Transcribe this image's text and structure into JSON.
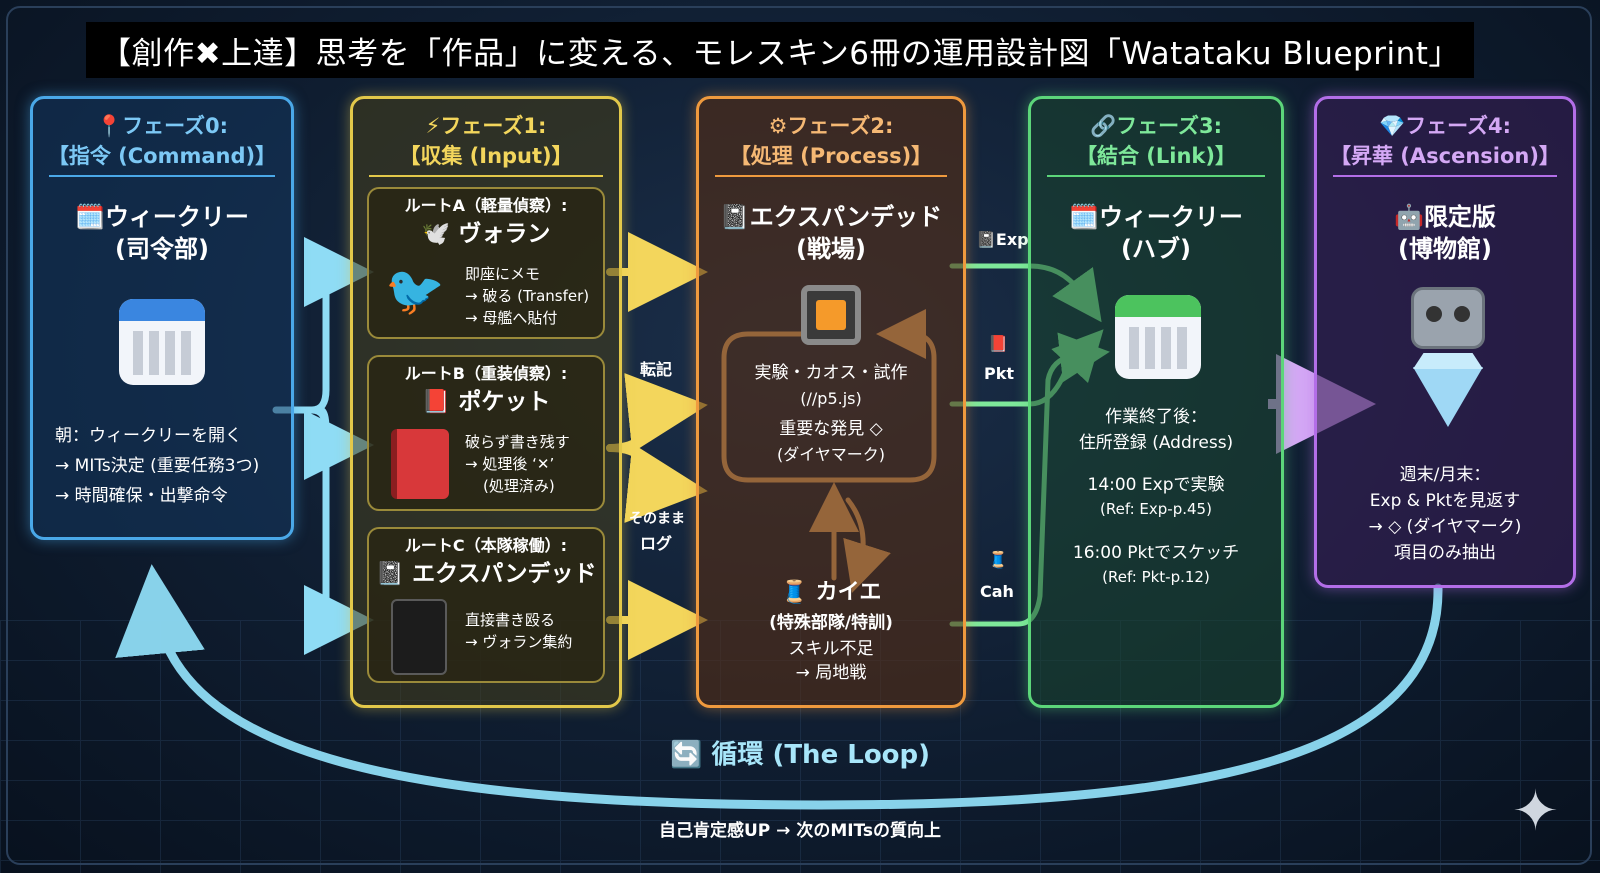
{
  "title": "【創作✖上達】思考を「作品」に変える、モレスキン6冊の運用設計図「Watataku Blueprint」",
  "colors": {
    "phase0": "#4aa8e8",
    "phase1": "#e2c84a",
    "phase2": "#ef9a3e",
    "phase3": "#5cd67a",
    "phase4": "#b36ee8",
    "loop": "#8fdcf5"
  },
  "phase0": {
    "label": "📍フェーズ0:",
    "subtitle": "【指令 (Command)】",
    "notebook": "ウィークリー",
    "role": "(司令部)",
    "icon": "calendar-icon",
    "lines": [
      "朝：ウィークリーを開く",
      "→ MITs決定 (重要任務3つ)",
      "→ 時間確保・出撃命令"
    ]
  },
  "phase1": {
    "label": "⚡フェーズ1:",
    "subtitle": "【収集 (Input)】",
    "routes": [
      {
        "title": "ルートA（軽量偵察）:",
        "name": "ヴォラン",
        "icon": "bird-notepad-icon",
        "lines": [
          "即座にメモ",
          "→ 破る (Transfer)",
          "→ 母艦へ貼付"
        ]
      },
      {
        "title": "ルートB（重装偵察）:",
        "name": "ポケット",
        "icon": "red-notebook-icon",
        "lines": [
          "破らず書き残す",
          "→ 処理後 ‘✕’",
          "(処理済み)"
        ]
      },
      {
        "title": "ルートC（本隊稼働）:",
        "name": "エクスパンデッド",
        "icon": "black-notebook-icon",
        "lines": [
          "直接書き殴る",
          "→ ヴォラン集約"
        ]
      }
    ],
    "branch_labels": [
      "転記",
      "そのまま",
      "ログ"
    ]
  },
  "phase2": {
    "label": "⚙フェーズ2:",
    "subtitle": "【処理 (Process)】",
    "notebook": "エクスパンデッド",
    "role": "(戦場)",
    "icon": "chip-icon",
    "lines": [
      "実験・カオス・試作",
      "(//p5.js)",
      "重要な発見 ◇",
      "(ダイヤマーク)"
    ],
    "sub_name": "カイエ",
    "sub_lines": [
      "(特殊部隊/特訓)",
      "スキル不足",
      "→ 局地戦"
    ]
  },
  "connectors": {
    "exp": "Exp",
    "pkt": "Pkt",
    "cah": "Cah"
  },
  "phase3": {
    "label": "🔗フェーズ3:",
    "subtitle": "【結合 (Link)】",
    "notebook": "ウィークリー",
    "role": "(ハブ)",
    "icon": "calendar-icon",
    "lines": [
      "作業終了後：",
      "住所登録 (Address)"
    ],
    "entries": [
      {
        "text": "14:00 Expで実験",
        "ref": "(Ref: Exp-p.45)"
      },
      {
        "text": "16:00 Pktでスケッチ",
        "ref": "(Ref: Pkt-p.12)"
      }
    ]
  },
  "phase4": {
    "label": "💎フェーズ4:",
    "subtitle": "【昇華 (Ascension)】",
    "notebook": "限定版",
    "role": "(博物館)",
    "icon": "robot-diamond-icon",
    "lines": [
      "週末/月末：",
      "Exp & Pktを見返す",
      "→ ◇ (ダイヤマーク)",
      "項目のみ抽出"
    ]
  },
  "loop": {
    "label": "循環 (The Loop)",
    "caption": "自己肯定感UP → 次のMITsの質向上"
  }
}
